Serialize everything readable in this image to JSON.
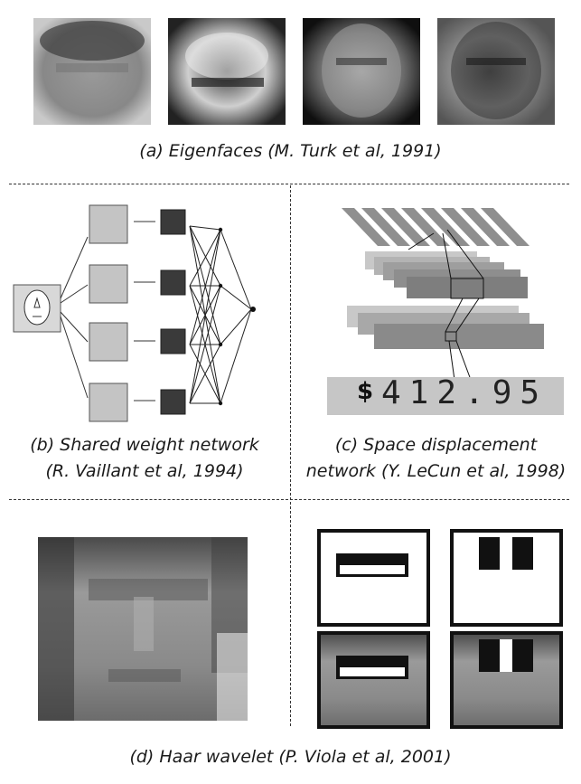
{
  "captions": {
    "a": "(a) Eigenfaces  (M. Turk et al, 1991)",
    "b1": "(b) Shared weight network",
    "b2": "(R. Vaillant et al, 1994)",
    "c1": "(c) Space displacement",
    "c2": "network (Y. LeCun et al, 1998)",
    "d": "(d) Haar wavelet  (P. Viola et al, 2001)"
  },
  "digit_strip": {
    "dollar": "$",
    "digits": "412.95"
  }
}
